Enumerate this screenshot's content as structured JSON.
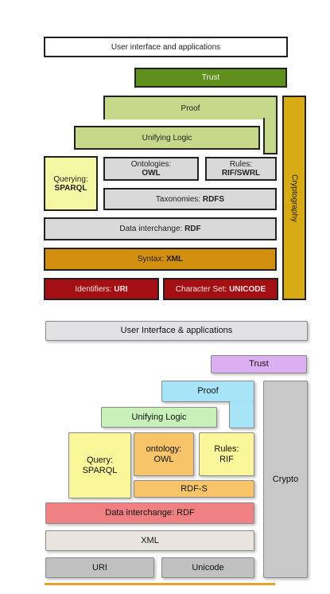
{
  "top_stack": {
    "user_interface": "User interface and applications",
    "trust": "Trust",
    "proof": "Proof",
    "unifying_logic": "Unifying Logic",
    "querying": "Querying:",
    "sparql": "SPARQL",
    "ontologies": "Ontologies:",
    "owl": "OWL",
    "rules": "Rules:",
    "rif_swrl": "RIF/SWRL",
    "taxonomies": "Taxonomies: ",
    "rdfs": "RDFS",
    "data_interchange": "Data interchange: ",
    "rdf": "RDF",
    "syntax": "Syntax: ",
    "xml": "XML",
    "identifiers": "Identifiers: ",
    "uri": "URI",
    "character_set": "Character Set: ",
    "unicode": "UNICODE",
    "cryptography": "Cryptography"
  },
  "bottom_stack": {
    "user_interface": "User Interface & applications",
    "trust": "Trust",
    "proof": "Proof",
    "unifying_logic": "Unifying Logic",
    "query": "Query:",
    "sparql": "SPARQL",
    "ontology": "ontology:",
    "owl": "OWL",
    "rules": "Rules:",
    "rif": "RIF",
    "rdfs": "RDF-S",
    "data_interchange": "Data interchange: RDF",
    "xml": "XML",
    "uri": "URI",
    "unicode": "Unicode",
    "crypto": "Crypto"
  },
  "colors": {
    "top_white": "#ffffff",
    "top_trust": "#5f8f1c",
    "top_proof_logic": "#c6d88a",
    "top_querying": "#f4f7a4",
    "top_gray": "#d9d9d9",
    "top_syntax": "#d38f10",
    "top_identifiers": "#a30f12",
    "top_crypto": "#d8ab14",
    "bottom_ui": "#e2e2e6",
    "bottom_trust": "#dcaef2",
    "bottom_proof": "#a7e4f7",
    "bottom_logic": "#c9f0b9",
    "bottom_query": "#f9f79a",
    "bottom_orange": "#f7c46a",
    "bottom_rules": "#f9f79a",
    "bottom_rdf": "#f08082",
    "bottom_xml": "#e8e5df",
    "bottom_uri": "#c0c0c0",
    "bottom_crypto": "#c8c8c8",
    "rule": "#e8a228"
  }
}
